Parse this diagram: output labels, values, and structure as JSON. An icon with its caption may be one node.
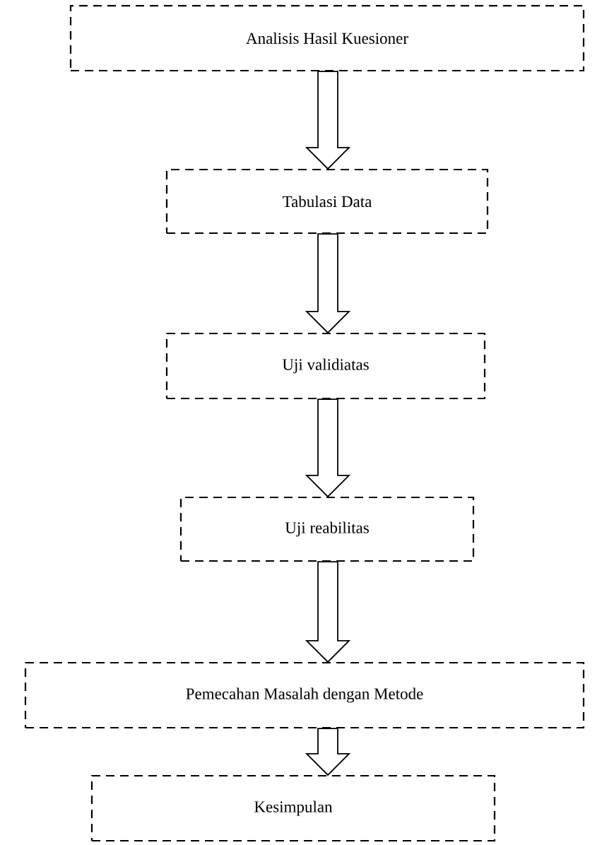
{
  "diagram": {
    "nodes": [
      {
        "text": [
          "Analisis Hasil Kuesioner"
        ]
      },
      {
        "text": [
          "Tabulasi Data"
        ]
      },
      {
        "text": [
          "Uji validiatas"
        ]
      },
      {
        "text": [
          "Uji reabilitas"
        ]
      },
      {
        "text": [
          "Pemecahan Masalah dengan Metode"
        ]
      },
      {
        "text": [
          "Kesimpulan"
        ]
      }
    ],
    "edges": [
      {
        "from": 0,
        "to": 1,
        "arrow": "to"
      },
      {
        "from": 1,
        "to": 2,
        "arrow": "to"
      },
      {
        "from": 2,
        "to": 3,
        "arrow": "to"
      },
      {
        "from": 3,
        "to": 4,
        "arrow": "to"
      },
      {
        "from": 4,
        "to": 5,
        "arrow": "to"
      }
    ]
  }
}
